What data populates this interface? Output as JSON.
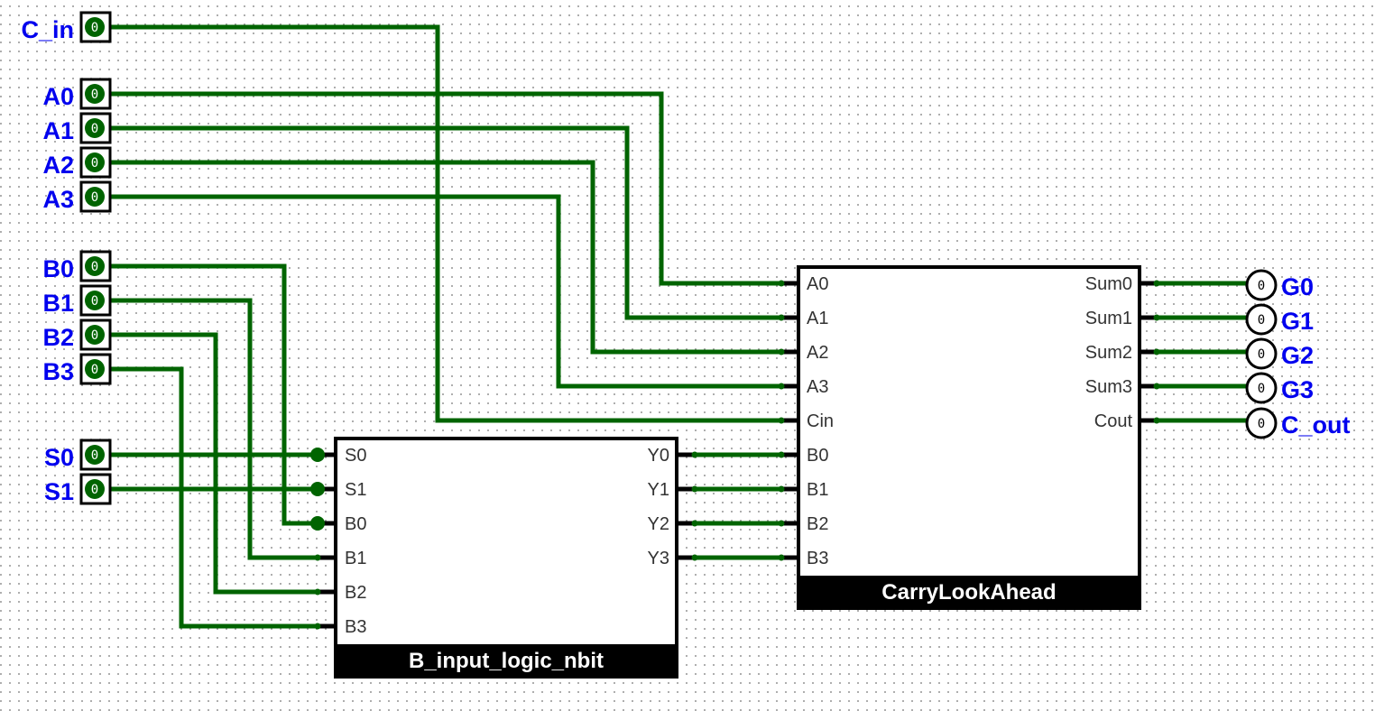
{
  "input_pins": [
    {
      "label": "C_in",
      "value": "0"
    },
    {
      "label": "A0",
      "value": "0"
    },
    {
      "label": "A1",
      "value": "0"
    },
    {
      "label": "A2",
      "value": "0"
    },
    {
      "label": "A3",
      "value": "0"
    },
    {
      "label": "B0",
      "value": "0"
    },
    {
      "label": "B1",
      "value": "0"
    },
    {
      "label": "B2",
      "value": "0"
    },
    {
      "label": "B3",
      "value": "0"
    },
    {
      "label": "S0",
      "value": "0"
    },
    {
      "label": "S1",
      "value": "0"
    }
  ],
  "output_pins": [
    {
      "label": "G0",
      "value": "0"
    },
    {
      "label": "G1",
      "value": "0"
    },
    {
      "label": "G2",
      "value": "0"
    },
    {
      "label": "G3",
      "value": "0"
    },
    {
      "label": "C_out",
      "value": "0"
    }
  ],
  "b_input_logic": {
    "title": "B_input_logic_nbit",
    "inputs": [
      "S0",
      "S1",
      "B0",
      "B1",
      "B2",
      "B3"
    ],
    "outputs": [
      "Y0",
      "Y1",
      "Y2",
      "Y3"
    ]
  },
  "carry_look_ahead": {
    "title": "CarryLookAhead",
    "inputs": [
      "A0",
      "A1",
      "A2",
      "A3",
      "Cin",
      "B0",
      "B1",
      "B2",
      "B3"
    ],
    "outputs": [
      "Sum0",
      "Sum1",
      "Sum2",
      "Sum3",
      "Cout"
    ]
  },
  "colors": {
    "wire": "#006400",
    "pin_fill": "#006400",
    "label": "#0000ee",
    "block_title_bg": "#000000"
  }
}
